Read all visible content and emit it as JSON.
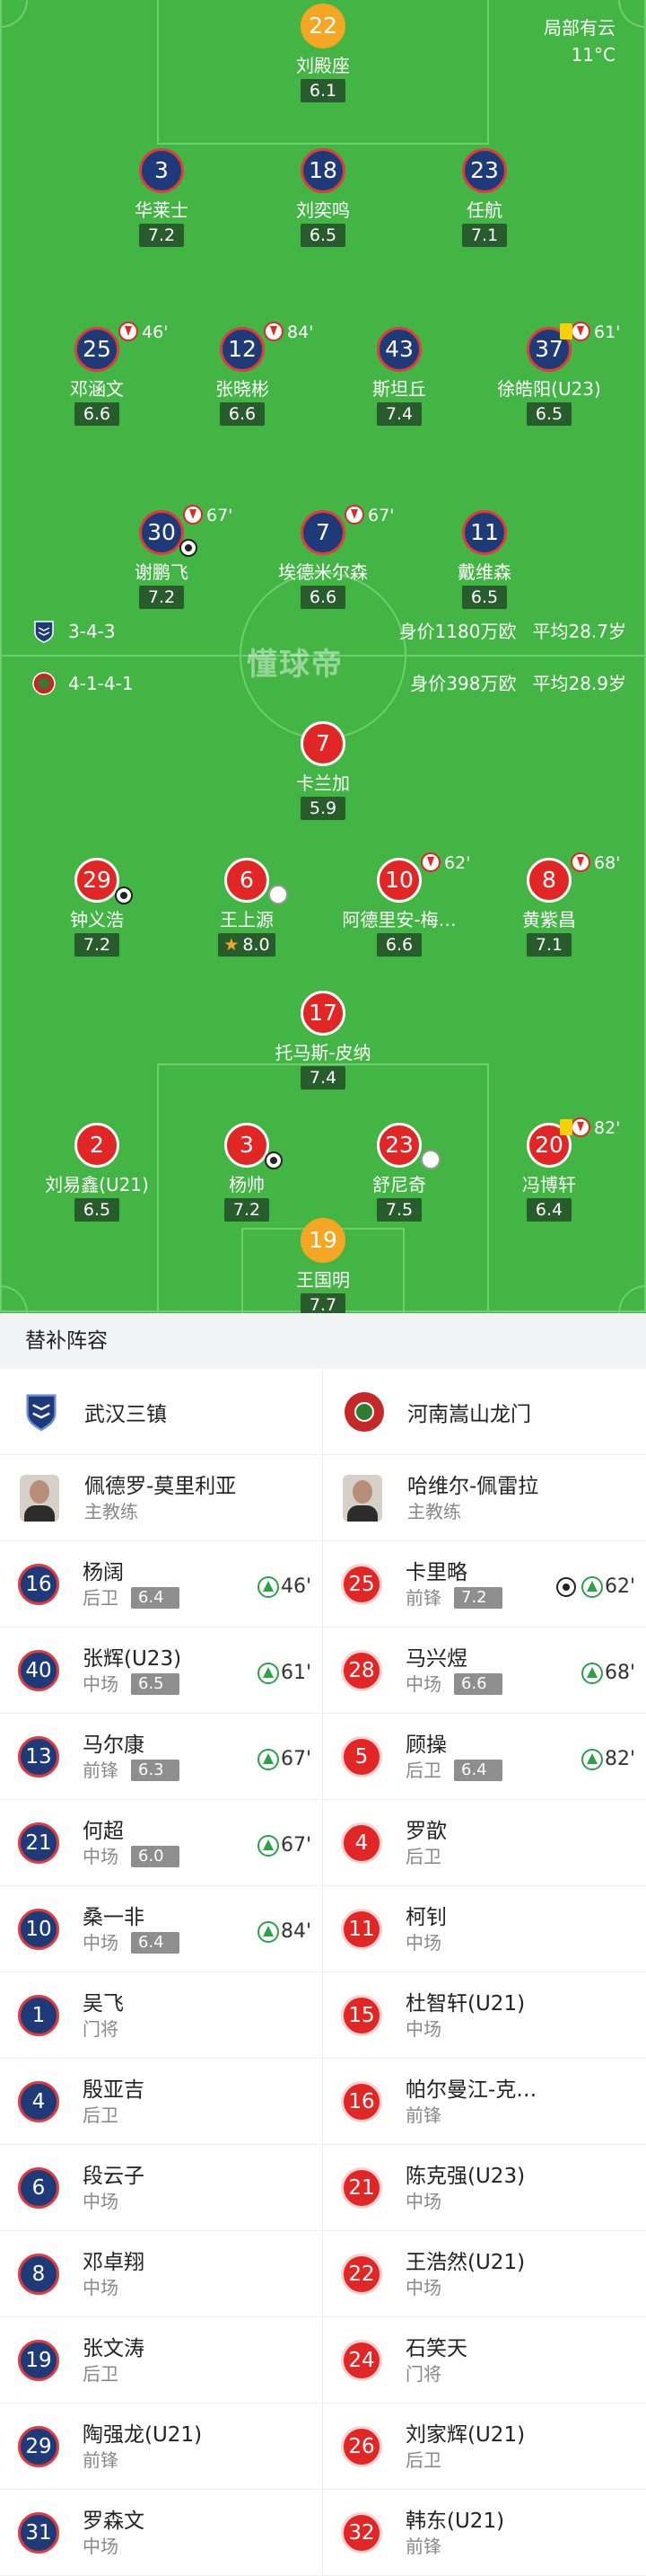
{
  "weather": {
    "desc": "局部有云",
    "temp": "11°C"
  },
  "pitch_watermark": "懂球帝",
  "home_team": {
    "name": "武汉三镇",
    "formation": "3-4-3",
    "value": "身价1180万欧",
    "avg_age": "平均28.7岁"
  },
  "away_team": {
    "name": "河南嵩山龙门",
    "formation": "4-1-4-1",
    "value": "身价398万欧",
    "avg_age": "平均28.9岁"
  },
  "home_lineup": [
    {
      "id": "h-gk",
      "number": "22",
      "name": "刘殿座",
      "rating": "6.1",
      "color": "gold"
    },
    {
      "id": "h-d1",
      "number": "3",
      "name": "华莱士",
      "rating": "7.2",
      "color": "blue"
    },
    {
      "id": "h-d2",
      "number": "18",
      "name": "刘奕鸣",
      "rating": "6.5",
      "color": "blue"
    },
    {
      "id": "h-d3",
      "number": "23",
      "name": "任航",
      "rating": "7.1",
      "color": "blue"
    },
    {
      "id": "h-m1",
      "number": "25",
      "name": "邓涵文",
      "rating": "6.6",
      "color": "blue",
      "sub_off": "46'"
    },
    {
      "id": "h-m2",
      "number": "12",
      "name": "张晓彬",
      "rating": "6.6",
      "color": "blue",
      "sub_off": "84'"
    },
    {
      "id": "h-m3",
      "number": "43",
      "name": "斯坦丘",
      "rating": "7.4",
      "color": "blue"
    },
    {
      "id": "h-m4",
      "number": "37",
      "name": "徐皓阳(U23)",
      "rating": "6.5",
      "color": "blue",
      "sub_off": "61'",
      "yellow": true
    },
    {
      "id": "h-f1",
      "number": "30",
      "name": "谢鹏飞",
      "rating": "7.2",
      "color": "blue",
      "sub_off": "67'",
      "goal": true
    },
    {
      "id": "h-f2",
      "number": "7",
      "name": "埃德米尔森",
      "rating": "6.6",
      "color": "blue",
      "sub_off": "67'"
    },
    {
      "id": "h-f3",
      "number": "11",
      "name": "戴维森",
      "rating": "6.5",
      "color": "blue"
    }
  ],
  "away_lineup": [
    {
      "id": "a-st",
      "number": "7",
      "name": "卡兰加",
      "rating": "5.9",
      "color": "red"
    },
    {
      "id": "a-m1",
      "number": "29",
      "name": "钟义浩",
      "rating": "7.2",
      "color": "red",
      "goal": true
    },
    {
      "id": "a-m2",
      "number": "6",
      "name": "王上源",
      "rating": "8.0",
      "color": "red",
      "assist": true,
      "star": true
    },
    {
      "id": "a-m3",
      "number": "10",
      "name": "阿德里安-梅…",
      "rating": "6.6",
      "color": "red",
      "sub_off": "62'"
    },
    {
      "id": "a-m4",
      "number": "8",
      "name": "黄紫昌",
      "rating": "7.1",
      "color": "red",
      "sub_off": "68'"
    },
    {
      "id": "a-dm",
      "number": "17",
      "name": "托马斯-皮纳",
      "rating": "7.4",
      "color": "red"
    },
    {
      "id": "a-d1",
      "number": "2",
      "name": "刘易鑫(U21)",
      "rating": "6.5",
      "color": "red"
    },
    {
      "id": "a-d2",
      "number": "3",
      "name": "杨帅",
      "rating": "7.2",
      "color": "red",
      "goal": true
    },
    {
      "id": "a-d3",
      "number": "23",
      "name": "舒尼奇",
      "rating": "7.5",
      "color": "red",
      "assist": true
    },
    {
      "id": "a-d4",
      "number": "20",
      "name": "冯博轩",
      "rating": "6.4",
      "color": "red",
      "sub_off": "82'",
      "yellow": true
    },
    {
      "id": "a-gk",
      "number": "19",
      "name": "王国明",
      "rating": "7.7",
      "color": "gold"
    }
  ],
  "bench_header": "替补阵容",
  "home_bench": {
    "team": "武汉三镇",
    "coach": {
      "name": "佩德罗-莫里利亚",
      "role": "主教练"
    },
    "subs": [
      {
        "number": "16",
        "name": "杨阔",
        "pos": "后卫",
        "rating": "6.4",
        "sub_in": "46'"
      },
      {
        "number": "40",
        "name": "张辉(U23)",
        "pos": "中场",
        "rating": "6.5",
        "sub_in": "61'"
      },
      {
        "number": "13",
        "name": "马尔康",
        "pos": "前锋",
        "rating": "6.3",
        "sub_in": "67'"
      },
      {
        "number": "21",
        "name": "何超",
        "pos": "中场",
        "rating": "6.0",
        "sub_in": "67'"
      },
      {
        "number": "10",
        "name": "桑一非",
        "pos": "中场",
        "rating": "6.4",
        "sub_in": "84'"
      },
      {
        "number": "1",
        "name": "吴飞",
        "pos": "门将"
      },
      {
        "number": "4",
        "name": "殷亚吉",
        "pos": "后卫"
      },
      {
        "number": "6",
        "name": "段云子",
        "pos": "中场"
      },
      {
        "number": "8",
        "name": "邓卓翔",
        "pos": "中场"
      },
      {
        "number": "19",
        "name": "张文涛",
        "pos": "后卫"
      },
      {
        "number": "29",
        "name": "陶强龙(U21)",
        "pos": "前锋"
      },
      {
        "number": "31",
        "name": "罗森文",
        "pos": "中场"
      }
    ]
  },
  "away_bench": {
    "team": "河南嵩山龙门",
    "coach": {
      "name": "哈维尔-佩雷拉",
      "role": "主教练"
    },
    "subs": [
      {
        "number": "25",
        "name": "卡里略",
        "pos": "前锋",
        "rating": "7.2",
        "sub_in": "62'",
        "goal": true
      },
      {
        "number": "28",
        "name": "马兴煜",
        "pos": "中场",
        "rating": "6.6",
        "sub_in": "68'"
      },
      {
        "number": "5",
        "name": "顾操",
        "pos": "后卫",
        "rating": "6.4",
        "sub_in": "82'"
      },
      {
        "number": "4",
        "name": "罗歆",
        "pos": "后卫"
      },
      {
        "number": "11",
        "name": "柯钊",
        "pos": "中场"
      },
      {
        "number": "15",
        "name": "杜智轩(U21)",
        "pos": "中场"
      },
      {
        "number": "16",
        "name": "帕尔曼江-克…",
        "pos": "前锋"
      },
      {
        "number": "21",
        "name": "陈克强(U23)",
        "pos": "中场"
      },
      {
        "number": "22",
        "name": "王浩然(U21)",
        "pos": "中场"
      },
      {
        "number": "24",
        "name": "石笑天",
        "pos": "门将"
      },
      {
        "number": "26",
        "name": "刘家辉(U21)",
        "pos": "后卫"
      },
      {
        "number": "32",
        "name": "韩东(U21)",
        "pos": "前锋"
      }
    ]
  }
}
